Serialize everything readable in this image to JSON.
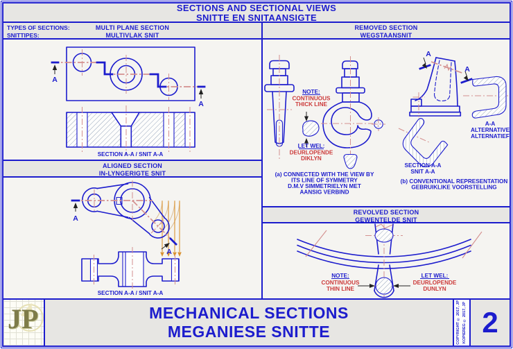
{
  "header": {
    "title_en": "SECTIONS AND SECTIONAL VIEWS",
    "title_af": "SNITTE EN SNITAANSIGTE"
  },
  "bands": {
    "types": [
      "TYPES OF SECTIONS:",
      "SNITTIPES:"
    ],
    "multi_plane": [
      "MULTI PLANE SECTION",
      "MULTIVLAK SNIT"
    ],
    "aligned": [
      "ALIGNED SECTION",
      "IN-LYNGERIGTE SNIT"
    ],
    "removed": [
      "REMOVED SECTION",
      "WEGSTAANSNIT"
    ],
    "revolved": [
      "REVOLVED SECTION",
      "GEWENTELDE SNIT"
    ]
  },
  "drawings": {
    "label_a": "A",
    "multi_plane": {
      "caption": "SECTION A-A / SNIT A-A"
    },
    "aligned": {
      "caption": "SECTION A-A / SNIT A-A"
    },
    "removed": {
      "note_en": [
        "NOTE:",
        "CONTINUOUS",
        "THICK LINE"
      ],
      "note_af": [
        "LET WEL:",
        "DEURLOPENDE",
        "DIKLYN"
      ],
      "caption_a": [
        "(a) CONNECTED WITH THE VIEW BY",
        "ITS LINE OF SYMMETRY",
        "D.M.V SIMMETRIELYN MET",
        "AANSIG VERBIND"
      ],
      "section_label": [
        "SECTION A-A",
        "SNIT A-A"
      ],
      "alt_label": [
        "A-A",
        "ALTERNATIVE",
        "ALTERNATIEF"
      ],
      "caption_b": [
        "(b) CONVENTIONAL REPRESENTATION",
        "GEBRUIKLIKE VOORSTELLING"
      ]
    },
    "revolved": {
      "note_en": [
        "NOTE:",
        "CONTINUOUS",
        "THIN LINE"
      ],
      "note_af": [
        "LET WEL:",
        "DEURLOPENDE",
        "DUNLYN"
      ]
    }
  },
  "footer": {
    "logo": "JP",
    "title_en": "MECHANICAL SECTIONS",
    "title_af": "MEGANIESE SNITTE",
    "copyright": [
      "COPYRIGHT © 2017, JP",
      "KOPIEREG © 2017, JP"
    ],
    "page_number": "2"
  },
  "colors": {
    "blue": "#1c1ccd",
    "center_line": "#d4908f",
    "note_red": "#cc3b3b",
    "band_bg": "#e7e6e3",
    "panel_bg": "#f5f4f1",
    "hatch": "#97a6bb",
    "orange": "#d9912f",
    "tan_arc": "#dcbd94",
    "olive": "#7e7c49"
  }
}
